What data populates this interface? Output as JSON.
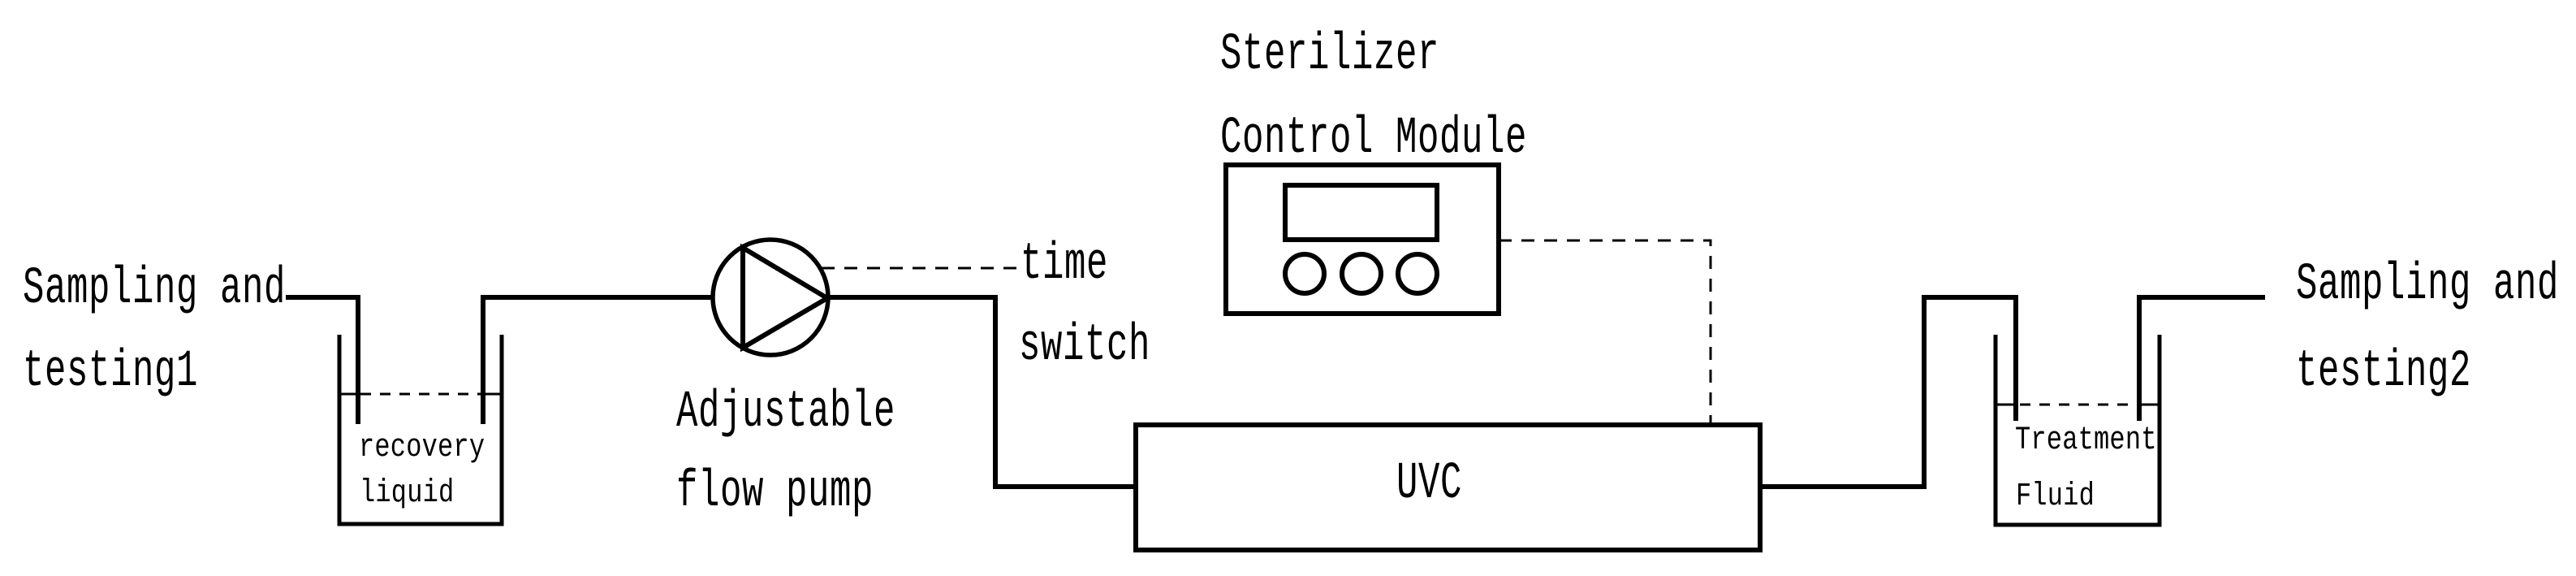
{
  "colors": {
    "stroke": "#000000",
    "background": "#ffffff"
  },
  "left_section": {
    "sampling_label": [
      "Sampling and",
      "testing1"
    ],
    "recovery_beaker": {
      "content_label": [
        "recovery",
        "liquid"
      ]
    }
  },
  "pump": {
    "label": [
      "Adjustable",
      "flow pump"
    ]
  },
  "time_switch": {
    "label": [
      "time",
      "switch"
    ]
  },
  "control_module": {
    "title": [
      "Sterilizer",
      "Control Module"
    ]
  },
  "uvc": {
    "label": "UVC"
  },
  "right_section": {
    "treatment_beaker": {
      "content_label": [
        "Treatment",
        "Fluid"
      ]
    },
    "sampling_label": [
      "Sampling and",
      "testing2"
    ]
  }
}
